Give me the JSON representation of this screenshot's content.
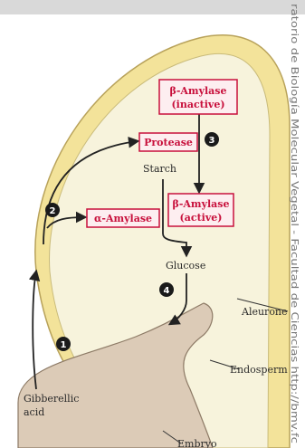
{
  "enzymes": {
    "beta_amylase_inactive": {
      "line1": "β-Amylase",
      "line2": "(inactive)"
    },
    "protease": "Protease",
    "beta_amylase_active": {
      "line1": "β-Amylase",
      "line2": "(active)"
    },
    "alpha_amylase": "α-Amylase"
  },
  "substrates": {
    "starch": "Starch",
    "glucose": "Glucose"
  },
  "hormone": {
    "line1": "Gibberellic",
    "line2": "acid"
  },
  "regions": {
    "aleurone": "Aleurone",
    "endosperm": "Endosperm",
    "embryo": "Embryo"
  },
  "steps": [
    "1",
    "2",
    "3",
    "4"
  ],
  "watermark_text": "ratorio de Biología Molecular Vegetal - Facultad de Ciencias http://bmv.fc",
  "colors": {
    "aleurone": "#f3e39a",
    "endosperm": "#f7f3dc",
    "embryo": "#dccbb7",
    "enzyme_text": "#c8103c",
    "enzyme_box": "#fdeef0",
    "arrow": "#222222"
  }
}
